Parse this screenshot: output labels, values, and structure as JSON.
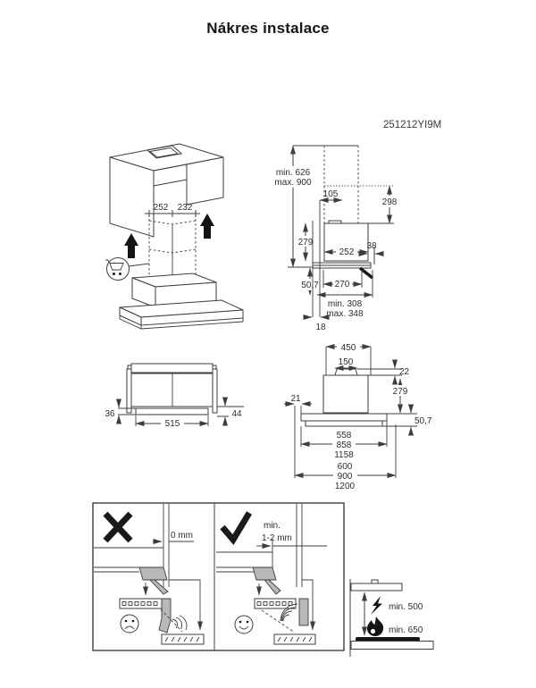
{
  "page": {
    "title": "Nákres instalace",
    "model": "251212YI9M"
  },
  "iso": {
    "duct_left_width": "252",
    "duct_right_width": "232"
  },
  "side": {
    "min_height": "min. 626",
    "max_height": "max. 900",
    "collar_offset": "105",
    "cabinet_height": "298",
    "body_height": "279",
    "body_depth": "252",
    "rear_gap": "38",
    "visor_drop": "50,7",
    "base_depth": "270",
    "min_depth": "min. 308",
    "max_depth": "max. 348",
    "front_gap": "18"
  },
  "front": {
    "left_drop": "36",
    "bottom_width": "515",
    "right_drop": "44"
  },
  "dims": {
    "housing_width": "450",
    "collar_width": "150",
    "collar_height": "22",
    "housing_height": "279",
    "side_offset": "21",
    "visor_height": "50,7",
    "inner_widths": [
      "558",
      "858",
      "1158"
    ],
    "outer_widths": [
      "600",
      "900",
      "1200"
    ]
  },
  "panels": {
    "bad_gap": "0 mm",
    "good_gap_line1": "min.",
    "good_gap_line2": "1-2 mm"
  },
  "cooktop": {
    "electric_clearance": "min. 500",
    "gas_clearance": "min. 650"
  }
}
